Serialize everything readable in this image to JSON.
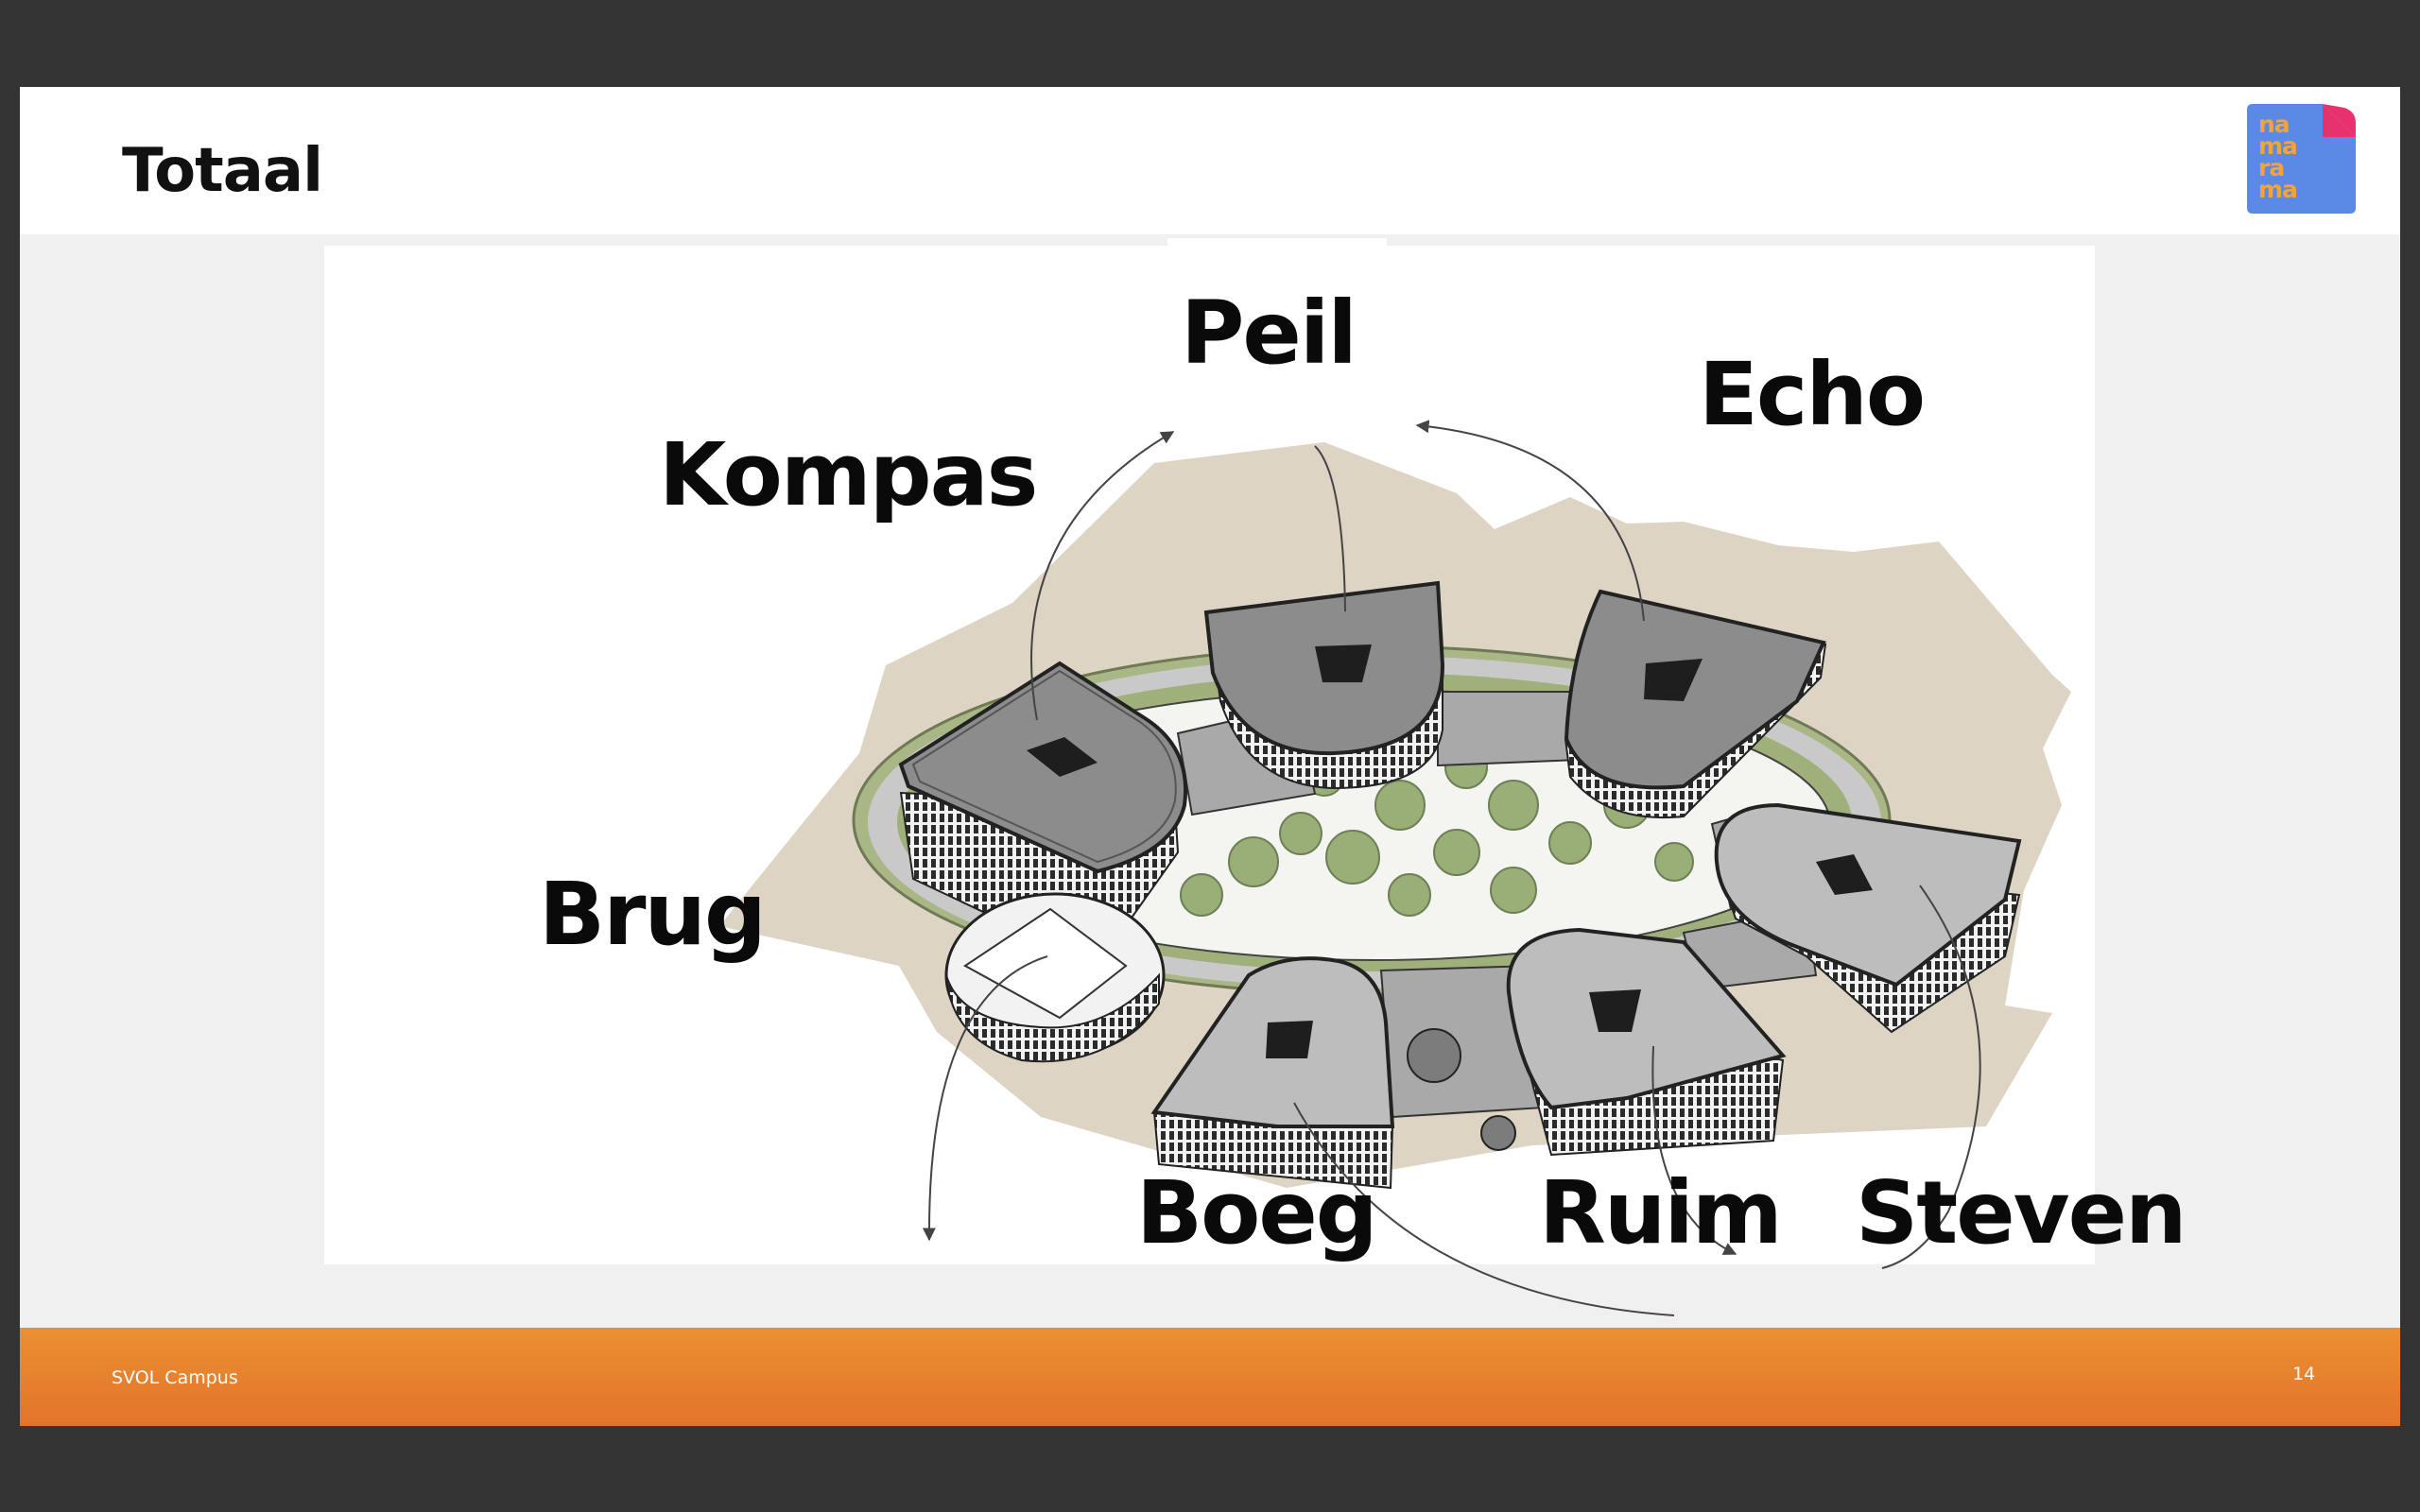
{
  "slide": {
    "title": "Totaal",
    "logo": {
      "icon": "namarama-logo-icon",
      "text": "na\nma\nra\nma",
      "text_color": "#f2a43a",
      "background": "#5b8ae6",
      "corner_color": "#e8326f"
    }
  },
  "campus_image": {
    "buildings": [
      {
        "id": "peil",
        "label": "Peil"
      },
      {
        "id": "echo",
        "label": "Echo"
      },
      {
        "id": "kompas",
        "label": "Kompas"
      },
      {
        "id": "brug",
        "label": "Brug"
      },
      {
        "id": "boeg",
        "label": "Boeg"
      },
      {
        "id": "ruim",
        "label": "Ruim"
      },
      {
        "id": "steven",
        "label": "Steven"
      }
    ]
  },
  "footer": {
    "label": "SVOL Campus",
    "page_number": "14",
    "color": "#e8812e"
  },
  "colors": {
    "background": "#333333",
    "slide": "#eff0ef",
    "ground": "#ddd4c4",
    "roof": "#8c8c8c"
  }
}
